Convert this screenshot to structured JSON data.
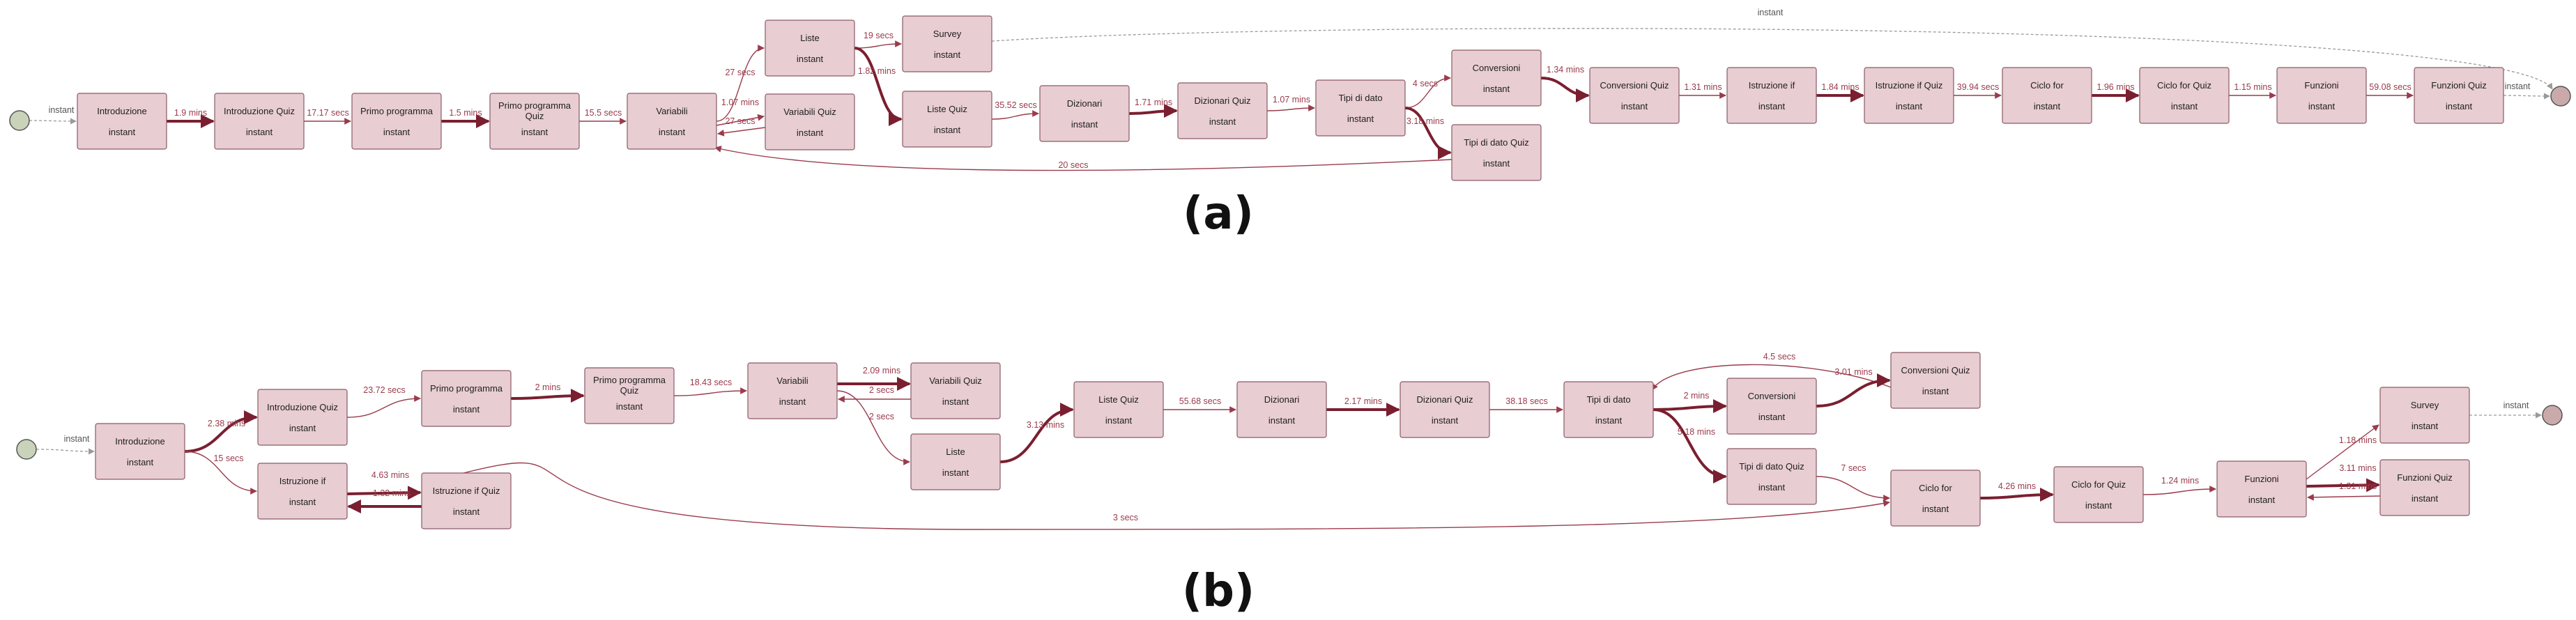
{
  "colors": {
    "node_fill": "#e8cdd3",
    "node_stroke": "#8a5a66",
    "edge": "#9a3b4c",
    "edge_strong": "#7a1f30",
    "edge_dashed": "#9a9a9a",
    "start_node": "#c9d3b9",
    "end_node": "#c9a9aa"
  },
  "panels": [
    {
      "label": "(a)",
      "nodes": [
        {
          "id": "start",
          "type": "start"
        },
        {
          "id": "intro",
          "title": "Introduzione",
          "sub": "instant"
        },
        {
          "id": "introquiz",
          "title": "Introduzione Quiz",
          "sub": "instant"
        },
        {
          "id": "primo",
          "title": "Primo programma",
          "sub": "instant"
        },
        {
          "id": "primoquiz",
          "title": "Primo programma",
          "title2": "Quiz",
          "sub": "instant"
        },
        {
          "id": "variabili",
          "title": "Variabili",
          "sub": "instant"
        },
        {
          "id": "liste",
          "title": "Liste",
          "sub": "instant"
        },
        {
          "id": "survey",
          "title": "Survey",
          "sub": "instant"
        },
        {
          "id": "variabiliquiz",
          "title": "Variabili Quiz",
          "sub": "instant"
        },
        {
          "id": "listequiz",
          "title": "Liste Quiz",
          "sub": "instant"
        },
        {
          "id": "dizionari",
          "title": "Dizionari",
          "sub": "instant"
        },
        {
          "id": "dizionariquiz",
          "title": "Dizionari Quiz",
          "sub": "instant"
        },
        {
          "id": "tipi",
          "title": "Tipi di dato",
          "sub": "instant"
        },
        {
          "id": "conversioni",
          "title": "Conversioni",
          "sub": "instant"
        },
        {
          "id": "tipiquiz",
          "title": "Tipi di dato Quiz",
          "sub": "instant"
        },
        {
          "id": "conversioniquiz",
          "title": "Conversioni Quiz",
          "sub": "instant"
        },
        {
          "id": "istruzioneif",
          "title": "Istruzione if",
          "sub": "instant"
        },
        {
          "id": "istruzioneifquiz",
          "title": "Istruzione if Quiz",
          "sub": "instant"
        },
        {
          "id": "ciclofor",
          "title": "Ciclo for",
          "sub": "instant"
        },
        {
          "id": "cicloforquiz",
          "title": "Ciclo for Quiz",
          "sub": "instant"
        },
        {
          "id": "funzioni",
          "title": "Funzioni",
          "sub": "instant"
        },
        {
          "id": "funzioniquiz",
          "title": "Funzioni Quiz",
          "sub": "instant"
        },
        {
          "id": "end",
          "type": "end"
        }
      ],
      "edges": [
        {
          "from": "start",
          "to": "intro",
          "label": "instant",
          "style": "dashed"
        },
        {
          "from": "intro",
          "to": "introquiz",
          "label": "1.9 mins",
          "style": "strong"
        },
        {
          "from": "introquiz",
          "to": "primo",
          "label": "17.17 secs",
          "style": "normal"
        },
        {
          "from": "primo",
          "to": "primoquiz",
          "label": "1.5 mins",
          "style": "strong"
        },
        {
          "from": "primoquiz",
          "to": "variabili",
          "label": "15.5 secs",
          "style": "normal"
        },
        {
          "from": "variabili",
          "to": "liste",
          "label": "27 secs",
          "style": "normal"
        },
        {
          "from": "variabili",
          "to": "variabiliquiz",
          "label": "1.07 mins",
          "style": "normal"
        },
        {
          "from": "variabiliquiz",
          "to": "variabili",
          "label": "27 secs",
          "style": "normal"
        },
        {
          "from": "liste",
          "to": "survey",
          "label": "19 secs",
          "style": "normal"
        },
        {
          "from": "liste",
          "to": "listequiz",
          "label": "1.82 mins",
          "style": "strong"
        },
        {
          "from": "survey",
          "to": "end",
          "label": "instant",
          "style": "dashed"
        },
        {
          "from": "listequiz",
          "to": "dizionari",
          "label": "35.52 secs",
          "style": "normal"
        },
        {
          "from": "dizionari",
          "to": "dizionariquiz",
          "label": "1.71 mins",
          "style": "strong"
        },
        {
          "from": "dizionariquiz",
          "to": "tipi",
          "label": "1.07 mins",
          "style": "normal"
        },
        {
          "from": "tipi",
          "to": "conversioni",
          "label": "4 secs",
          "style": "normal"
        },
        {
          "from": "tipi",
          "to": "tipiquiz",
          "label": "3.18 mins",
          "style": "strong"
        },
        {
          "from": "tipiquiz",
          "to": "variabili",
          "label": "20 secs",
          "style": "normal"
        },
        {
          "from": "conversioni",
          "to": "conversioniquiz",
          "label": "1.34 mins",
          "style": "strong"
        },
        {
          "from": "conversioniquiz",
          "to": "istruzioneif",
          "label": "1.31 mins",
          "style": "normal"
        },
        {
          "from": "istruzioneif",
          "to": "istruzioneifquiz",
          "label": "1.84 mins",
          "style": "strong"
        },
        {
          "from": "istruzioneifquiz",
          "to": "ciclofor",
          "label": "39.94 secs",
          "style": "normal"
        },
        {
          "from": "ciclofor",
          "to": "cicloforquiz",
          "label": "1.96 mins",
          "style": "strong"
        },
        {
          "from": "cicloforquiz",
          "to": "funzioni",
          "label": "1.15 mins",
          "style": "normal"
        },
        {
          "from": "funzioni",
          "to": "funzioniquiz",
          "label": "59.08 secs",
          "style": "normal"
        },
        {
          "from": "funzioniquiz",
          "to": "end",
          "label": "instant",
          "style": "dashed"
        }
      ]
    },
    {
      "label": "(b)",
      "nodes": [
        {
          "id": "start",
          "type": "start"
        },
        {
          "id": "intro",
          "title": "Introduzione",
          "sub": "instant"
        },
        {
          "id": "introquiz",
          "title": "Introduzione Quiz",
          "sub": "instant"
        },
        {
          "id": "istruzioneif",
          "title": "Istruzione if",
          "sub": "instant"
        },
        {
          "id": "istruzioneifquiz",
          "title": "Istruzione if Quiz",
          "sub": "instant"
        },
        {
          "id": "primo",
          "title": "Primo programma",
          "sub": "instant"
        },
        {
          "id": "primoquiz",
          "title": "Primo programma",
          "title2": "Quiz",
          "sub": "instant"
        },
        {
          "id": "variabili",
          "title": "Variabili",
          "sub": "instant"
        },
        {
          "id": "variabiliquiz",
          "title": "Variabili Quiz",
          "sub": "instant"
        },
        {
          "id": "liste",
          "title": "Liste",
          "sub": "instant"
        },
        {
          "id": "listequiz",
          "title": "Liste Quiz",
          "sub": "instant"
        },
        {
          "id": "dizionari",
          "title": "Dizionari",
          "sub": "instant"
        },
        {
          "id": "dizionariquiz",
          "title": "Dizionari Quiz",
          "sub": "instant"
        },
        {
          "id": "tipi",
          "title": "Tipi di dato",
          "sub": "instant"
        },
        {
          "id": "conversioni",
          "title": "Conversioni",
          "sub": "instant"
        },
        {
          "id": "conversioniquiz",
          "title": "Conversioni Quiz",
          "sub": "instant"
        },
        {
          "id": "tipiquiz",
          "title": "Tipi di dato Quiz",
          "sub": "instant"
        },
        {
          "id": "ciclofor",
          "title": "Ciclo for",
          "sub": "instant"
        },
        {
          "id": "cicloforquiz",
          "title": "Ciclo for Quiz",
          "sub": "instant"
        },
        {
          "id": "funzioni",
          "title": "Funzioni",
          "sub": "instant"
        },
        {
          "id": "survey",
          "title": "Survey",
          "sub": "instant"
        },
        {
          "id": "funzioniquiz",
          "title": "Funzioni Quiz",
          "sub": "instant"
        },
        {
          "id": "end",
          "type": "end"
        }
      ],
      "edges": [
        {
          "from": "start",
          "to": "intro",
          "label": "instant",
          "style": "dashed"
        },
        {
          "from": "intro",
          "to": "introquiz",
          "label": "2.38 mins",
          "style": "strong"
        },
        {
          "from": "intro",
          "to": "istruzioneif",
          "label": "15 secs",
          "style": "normal"
        },
        {
          "from": "istruzioneif",
          "to": "istruzioneifquiz",
          "label": "4.63 mins",
          "style": "strong"
        },
        {
          "from": "istruzioneifquiz",
          "to": "istruzioneif",
          "label": "1.32 mins",
          "style": "strong"
        },
        {
          "from": "istruzioneifquiz",
          "to": "ciclofor",
          "label": "3 secs",
          "style": "normal"
        },
        {
          "from": "introquiz",
          "to": "primo",
          "label": "23.72 secs",
          "style": "normal"
        },
        {
          "from": "primo",
          "to": "primoquiz",
          "label": "2 mins",
          "style": "strong"
        },
        {
          "from": "primoquiz",
          "to": "variabili",
          "label": "18.43 secs",
          "style": "normal"
        },
        {
          "from": "variabili",
          "to": "variabiliquiz",
          "label": "2.09 mins",
          "style": "strong"
        },
        {
          "from": "variabiliquiz",
          "to": "variabili",
          "label": "2 secs",
          "style": "normal"
        },
        {
          "from": "variabili",
          "to": "liste",
          "label": "2 secs",
          "style": "normal"
        },
        {
          "from": "liste",
          "to": "listequiz",
          "label": "3.13 mins",
          "style": "strong"
        },
        {
          "from": "listequiz",
          "to": "dizionari",
          "label": "55.68 secs",
          "style": "normal"
        },
        {
          "from": "dizionari",
          "to": "dizionariquiz",
          "label": "2.17 mins",
          "style": "strong"
        },
        {
          "from": "dizionariquiz",
          "to": "tipi",
          "label": "38.18 secs",
          "style": "normal"
        },
        {
          "from": "tipi",
          "to": "conversioni",
          "label": "2 mins",
          "style": "strong"
        },
        {
          "from": "conversioniquiz",
          "to": "tipi",
          "label": "4.5 secs",
          "style": "normal"
        },
        {
          "from": "conversioni",
          "to": "conversioniquiz",
          "label": "3.01 mins",
          "style": "strong"
        },
        {
          "from": "tipi",
          "to": "tipiquiz",
          "label": "5.18 mins",
          "style": "strong"
        },
        {
          "from": "tipiquiz",
          "to": "ciclofor",
          "label": "7 secs",
          "style": "normal"
        },
        {
          "from": "ciclofor",
          "to": "cicloforquiz",
          "label": "4.26 mins",
          "style": "strong"
        },
        {
          "from": "cicloforquiz",
          "to": "funzioni",
          "label": "1.24 mins",
          "style": "normal"
        },
        {
          "from": "funzioni",
          "to": "survey",
          "label": "1.18 mins",
          "style": "normal"
        },
        {
          "from": "funzioni",
          "to": "funzioniquiz",
          "label": "3.11 mins",
          "style": "strong"
        },
        {
          "from": "funzioniquiz",
          "to": "funzioni",
          "label": "1.31 mins",
          "style": "normal"
        },
        {
          "from": "survey",
          "to": "end",
          "label": "instant",
          "style": "dashed"
        }
      ]
    }
  ]
}
